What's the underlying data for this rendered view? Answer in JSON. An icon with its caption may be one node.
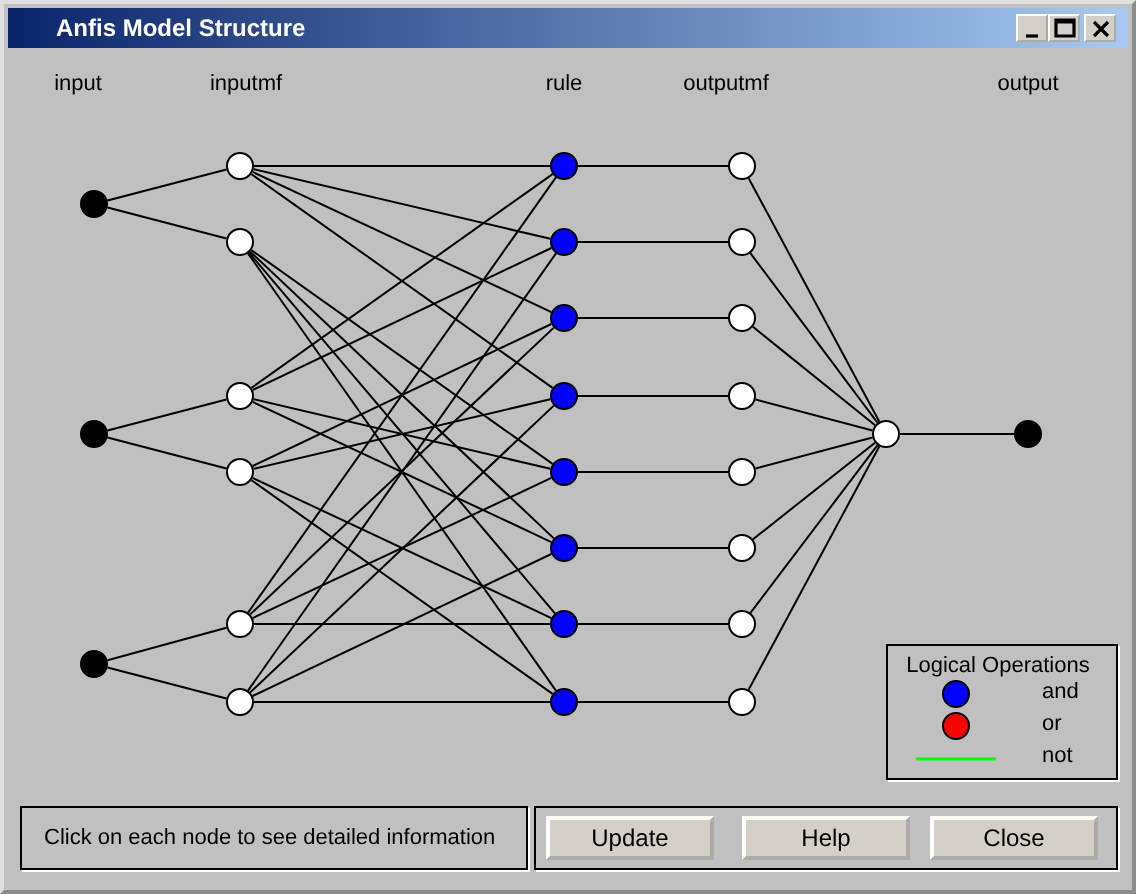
{
  "diagram": {
    "title": "Anfis Model Structure",
    "nodes": [
      {
        "text": [],
        "shape": "circle"
      },
      {
        "text": [],
        "shape": "circle"
      },
      {
        "text": [],
        "shape": "circle"
      },
      {
        "text": [],
        "shape": "circle"
      },
      {
        "text": [],
        "shape": "circle"
      },
      {
        "text": [],
        "shape": "circle"
      },
      {
        "text": [],
        "shape": "circle"
      },
      {
        "text": [],
        "shape": "circle"
      },
      {
        "text": [],
        "shape": "circle"
      },
      {
        "text": [],
        "shape": "circle"
      },
      {
        "text": [],
        "shape": "circle"
      },
      {
        "text": [],
        "shape": "circle"
      },
      {
        "text": [],
        "shape": "circle"
      },
      {
        "text": [],
        "shape": "circle"
      },
      {
        "text": [],
        "shape": "circle"
      },
      {
        "text": [],
        "shape": "circle"
      },
      {
        "text": [],
        "shape": "circle"
      },
      {
        "text": [],
        "shape": "circle"
      },
      {
        "text": [],
        "shape": "circle"
      },
      {
        "text": [],
        "shape": "circle"
      },
      {
        "text": [],
        "shape": "circle"
      },
      {
        "text": [],
        "shape": "circle"
      },
      {
        "text": [],
        "shape": "circle"
      },
      {
        "text": [],
        "shape": "circle"
      },
      {
        "text": [],
        "shape": "circle"
      },
      {
        "text": [],
        "shape": "circle"
      },
      {
        "text": [],
        "shape": "circle"
      }
    ],
    "edges": [
      {
        "from": 0,
        "to": 3,
        "arrow": "none"
      },
      {
        "from": 0,
        "to": 4,
        "arrow": "none"
      },
      {
        "from": 1,
        "to": 5,
        "arrow": "none"
      },
      {
        "from": 1,
        "to": 6,
        "arrow": "none"
      },
      {
        "from": 2,
        "to": 7,
        "arrow": "none"
      },
      {
        "from": 2,
        "to": 8,
        "arrow": "none"
      },
      {
        "from": 3,
        "to": 9,
        "arrow": "none"
      },
      {
        "from": 3,
        "to": 10,
        "arrow": "none"
      },
      {
        "from": 3,
        "to": 11,
        "arrow": "none"
      },
      {
        "from": 3,
        "to": 12,
        "arrow": "none"
      },
      {
        "from": 4,
        "to": 13,
        "arrow": "none"
      },
      {
        "from": 4,
        "to": 14,
        "arrow": "none"
      },
      {
        "from": 4,
        "to": 15,
        "arrow": "none"
      },
      {
        "from": 4,
        "to": 16,
        "arrow": "none"
      },
      {
        "from": 5,
        "to": 9,
        "arrow": "none"
      },
      {
        "from": 5,
        "to": 10,
        "arrow": "none"
      },
      {
        "from": 5,
        "to": 13,
        "arrow": "none"
      },
      {
        "from": 5,
        "to": 14,
        "arrow": "none"
      },
      {
        "from": 6,
        "to": 11,
        "arrow": "none"
      },
      {
        "from": 6,
        "to": 12,
        "arrow": "none"
      },
      {
        "from": 6,
        "to": 15,
        "arrow": "none"
      },
      {
        "from": 6,
        "to": 16,
        "arrow": "none"
      },
      {
        "from": 7,
        "to": 9,
        "arrow": "none"
      },
      {
        "from": 7,
        "to": 11,
        "arrow": "none"
      },
      {
        "from": 7,
        "to": 13,
        "arrow": "none"
      },
      {
        "from": 7,
        "to": 15,
        "arrow": "none"
      },
      {
        "from": 8,
        "to": 10,
        "arrow": "none"
      },
      {
        "from": 8,
        "to": 12,
        "arrow": "none"
      },
      {
        "from": 8,
        "to": 14,
        "arrow": "none"
      },
      {
        "from": 8,
        "to": 16,
        "arrow": "none"
      },
      {
        "from": 9,
        "to": 17,
        "arrow": "none"
      },
      {
        "from": 10,
        "to": 18,
        "arrow": "none"
      },
      {
        "from": 11,
        "to": 19,
        "arrow": "none"
      },
      {
        "from": 12,
        "to": 20,
        "arrow": "none"
      },
      {
        "from": 13,
        "to": 21,
        "arrow": "none"
      },
      {
        "from": 14,
        "to": 22,
        "arrow": "none"
      },
      {
        "from": 15,
        "to": 23,
        "arrow": "none"
      },
      {
        "from": 16,
        "to": 24,
        "arrow": "none"
      },
      {
        "from": 17,
        "to": 25,
        "arrow": "none"
      },
      {
        "from": 18,
        "to": 25,
        "arrow": "none"
      },
      {
        "from": 19,
        "to": 25,
        "arrow": "none"
      },
      {
        "from": 20,
        "to": 25,
        "arrow": "none"
      },
      {
        "from": 21,
        "to": 25,
        "arrow": "none"
      },
      {
        "from": 22,
        "to": 25,
        "arrow": "none"
      },
      {
        "from": 23,
        "to": 25,
        "arrow": "none"
      },
      {
        "from": 24,
        "to": 25,
        "arrow": "none"
      },
      {
        "from": 25,
        "to": 26,
        "arrow": "none"
      }
    ],
    "labels": [
      "input",
      "inputmf",
      "rule",
      "outputmf",
      "output",
      "Logical Operations",
      "Click on each node to see detailed information",
      "Update",
      "Help",
      "Close"
    ],
    "legend": [
      {
        "text": "and",
        "color": "#0000ff"
      },
      {
        "text": "or",
        "color": "#ff0000"
      },
      {
        "text": "not"
      }
    ]
  }
}
